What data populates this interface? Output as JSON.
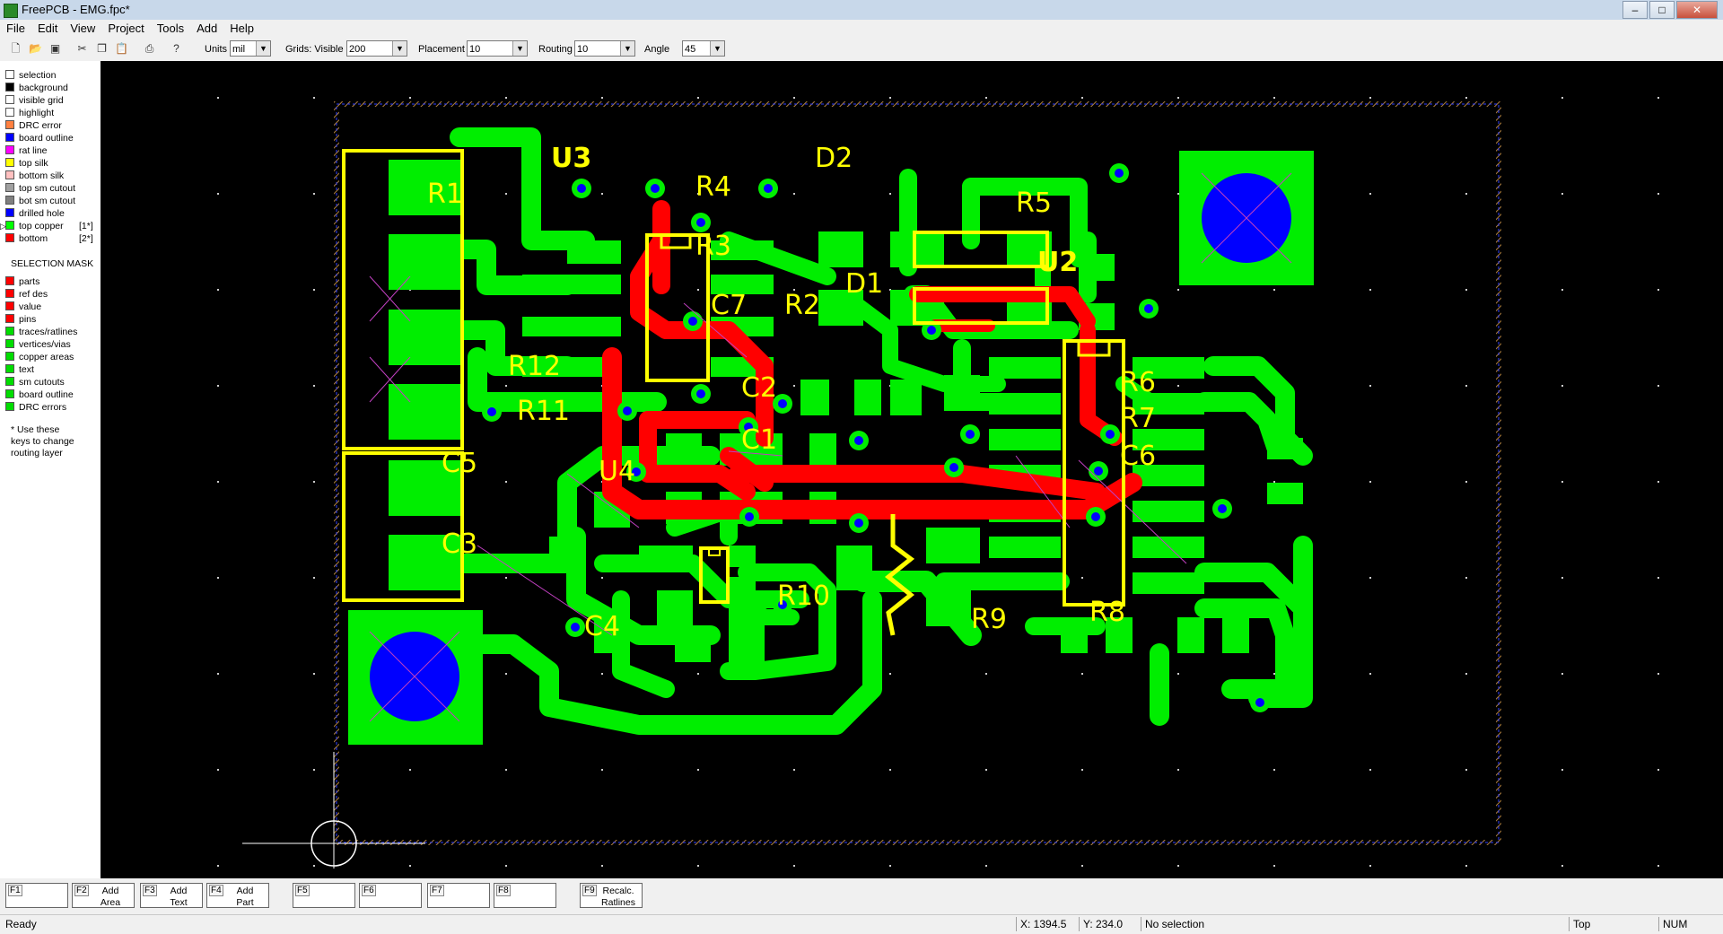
{
  "window": {
    "title": "FreePCB - EMG.fpc*",
    "minimize": "‒",
    "maximize": "□",
    "close": "✕"
  },
  "menu": [
    "File",
    "Edit",
    "View",
    "Project",
    "Tools",
    "Add",
    "Help"
  ],
  "toolbar": {
    "units_label": "Units",
    "units_value": "mil",
    "grids_label": "Grids: Visible",
    "grids_value": "200",
    "placement_label": "Placement",
    "placement_value": "10",
    "routing_label": "Routing",
    "routing_value": "10",
    "angle_label": "Angle",
    "angle_value": "45"
  },
  "layers": [
    {
      "name": "selection",
      "color": "#ffffff",
      "suffix": ""
    },
    {
      "name": "background",
      "color": "#000000",
      "suffix": ""
    },
    {
      "name": "visible grid",
      "color": "#ffffff",
      "suffix": ""
    },
    {
      "name": "highlight",
      "color": "#ffffff",
      "suffix": ""
    },
    {
      "name": "DRC error",
      "color": "#ff8040",
      "suffix": ""
    },
    {
      "name": "board outline",
      "color": "#0000ff",
      "suffix": ""
    },
    {
      "name": "rat line",
      "color": "#ff00ff",
      "suffix": ""
    },
    {
      "name": "top silk",
      "color": "#ffff00",
      "suffix": ""
    },
    {
      "name": "bottom silk",
      "color": "#ffc0c0",
      "suffix": ""
    },
    {
      "name": "top sm cutout",
      "color": "#a0a0a0",
      "suffix": ""
    },
    {
      "name": "bot sm cutout",
      "color": "#808080",
      "suffix": ""
    },
    {
      "name": "drilled hole",
      "color": "#0000ff",
      "suffix": ""
    },
    {
      "name": "top copper",
      "color": "#00ff00",
      "suffix": "[1*]"
    },
    {
      "name": "bottom",
      "color": "#ff0000",
      "suffix": "[2*]"
    }
  ],
  "selection_mask": {
    "title": "SELECTION MASK",
    "items": [
      {
        "name": "parts",
        "color": "#ff0000"
      },
      {
        "name": "ref des",
        "color": "#ff0000"
      },
      {
        "name": "value",
        "color": "#ff0000"
      },
      {
        "name": "pins",
        "color": "#ff0000"
      },
      {
        "name": "traces/ratlines",
        "color": "#00dd00"
      },
      {
        "name": "vertices/vias",
        "color": "#00dd00"
      },
      {
        "name": "copper areas",
        "color": "#00dd00"
      },
      {
        "name": "text",
        "color": "#00dd00"
      },
      {
        "name": "sm cutouts",
        "color": "#00dd00"
      },
      {
        "name": "board outline",
        "color": "#00dd00"
      },
      {
        "name": "DRC errors",
        "color": "#00dd00"
      }
    ],
    "note": [
      "* Use these",
      "keys to change",
      "routing layer"
    ]
  },
  "designators": [
    "U3",
    "R1",
    "R4",
    "R3",
    "D2",
    "R5",
    "U2",
    "D1",
    "C7",
    "R2",
    "R12",
    "R11",
    "C2",
    "C1",
    "R6",
    "R7",
    "C6",
    "C5",
    "U4",
    "C3",
    "C4",
    "R10",
    "R9",
    "R8"
  ],
  "fkeys": [
    {
      "key": "F1",
      "label": ""
    },
    {
      "key": "F2",
      "label": "Add\nArea"
    },
    {
      "key": "F3",
      "label": "Add\nText"
    },
    {
      "key": "F4",
      "label": "Add\nPart"
    },
    {
      "key": "F5",
      "label": ""
    },
    {
      "key": "F6",
      "label": ""
    },
    {
      "key": "F7",
      "label": ""
    },
    {
      "key": "F8",
      "label": ""
    },
    {
      "key": "F9",
      "label": "Recalc.\nRatlines"
    }
  ],
  "status": {
    "ready": "Ready",
    "x": "X:  1394.5",
    "y": "Y:  234.0",
    "selection": "No selection",
    "layer": "Top",
    "num": "NUM"
  },
  "colors": {
    "copper_top": "#00ee00",
    "copper_bottom": "#ff0000",
    "silk": "#ffff00",
    "hole": "#0000ff"
  }
}
